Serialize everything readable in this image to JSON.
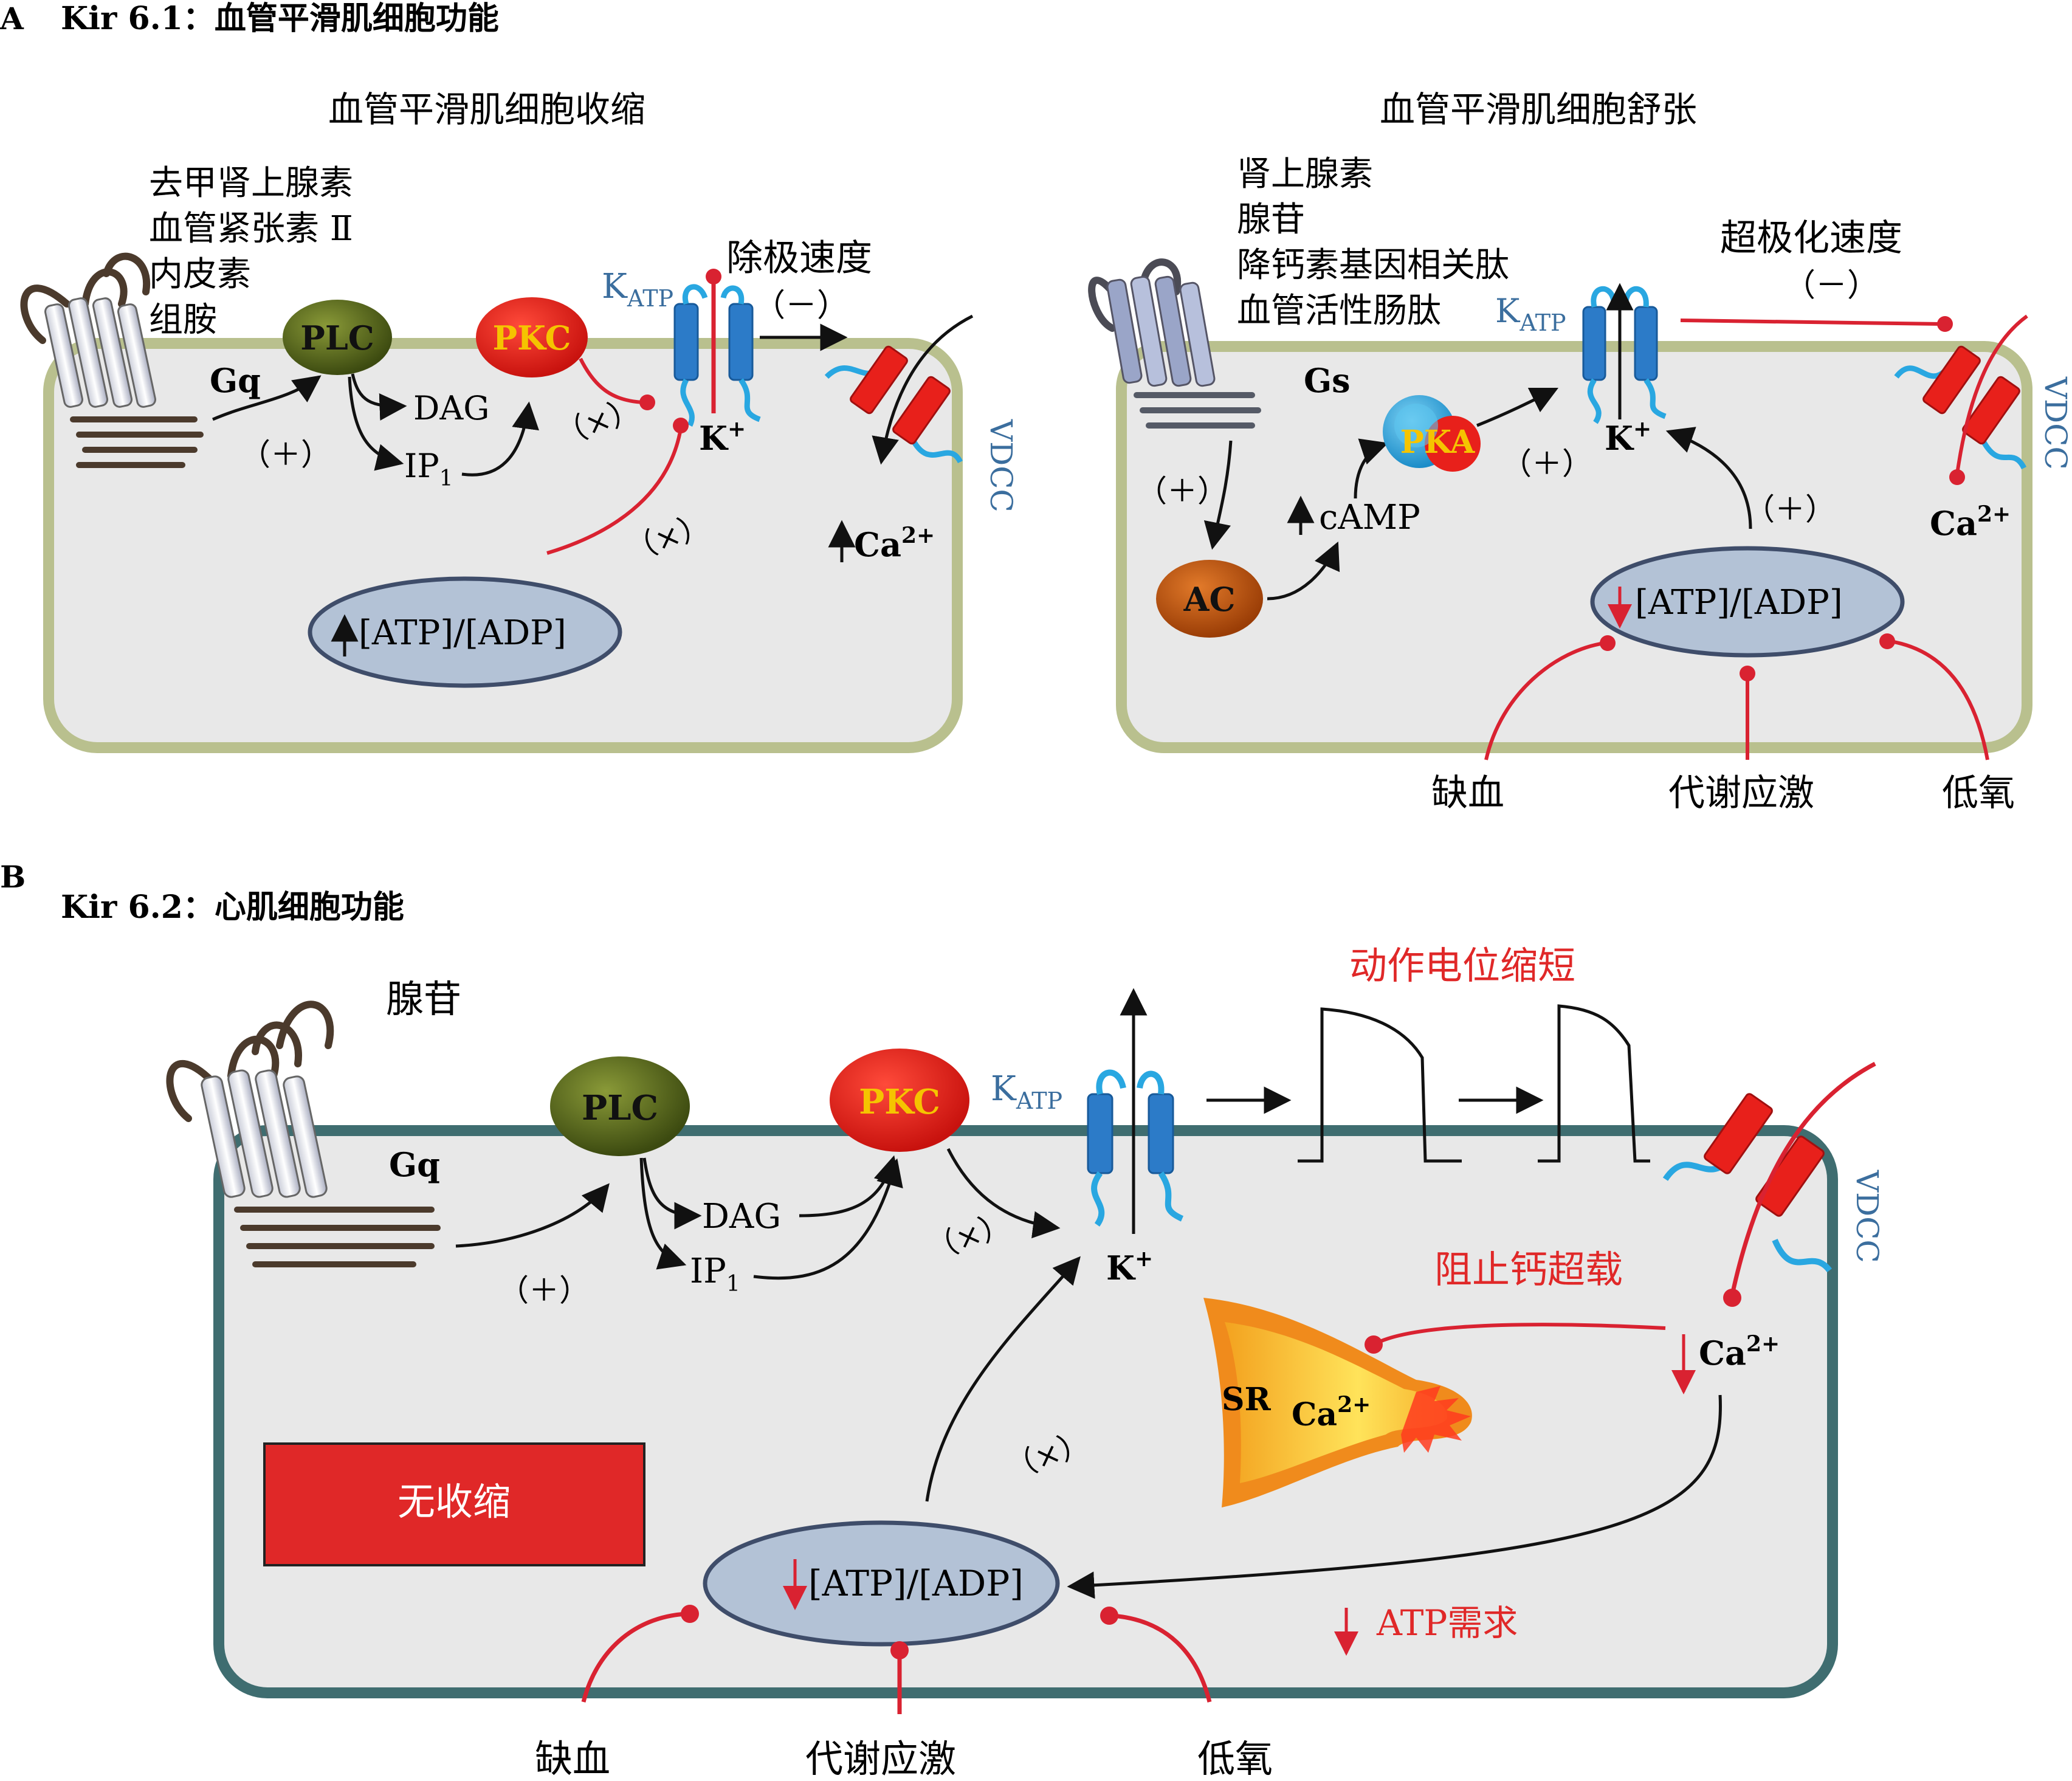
{
  "panel_a": {
    "letter": "A",
    "title": "Kir 6.1：血管平滑肌细胞功能",
    "left": {
      "heading": "血管平滑肌细胞收缩",
      "agonists": [
        "去甲肾上腺素",
        "血管紧张素 Ⅱ",
        "内皮素",
        "组胺"
      ],
      "gq": "Gq",
      "plus": "（＋）",
      "plc": "PLC",
      "pkc": "PKC",
      "dag": "DAG",
      "ip1": "IP",
      "ip1_sub": "1",
      "katp": "K",
      "katp_sub": "ATP",
      "kplus": "K",
      "kplus_sup": "+",
      "inhib1": "（×）",
      "inhib2": "（×）",
      "depol": "除极速度",
      "minus": "（－）",
      "vdcc": "VDCC",
      "ca": "Ca",
      "ca_sup": "2+",
      "atp": "[ATP]/[ADP]"
    },
    "right": {
      "heading": "血管平滑肌细胞舒张",
      "agonists": [
        "肾上腺素",
        "腺苷",
        "降钙素基因相关肽",
        "血管活性肠肽"
      ],
      "katp": "K",
      "katp_sub": "ATP",
      "hyper": "超极化速度",
      "minus": "（－）",
      "gs": "Gs",
      "pka": "PKA",
      "plus1": "（＋）",
      "plus2": "（＋）",
      "plus3": "（＋）",
      "kplus": "K",
      "kplus_sup": "+",
      "camp": "cAMP",
      "ac": "AC",
      "atp": "[ATP]/[ADP]",
      "vdcc": "VDCC",
      "ca": "Ca",
      "ca_sup": "2+",
      "stress": [
        "缺血",
        "代谢应激",
        "低氧"
      ]
    }
  },
  "panel_b": {
    "letter": "B",
    "title": "Kir 6.2：心肌细胞功能",
    "adenosine": "腺苷",
    "gq": "Gq",
    "plus": "（＋）",
    "plc": "PLC",
    "pkc": "PKC",
    "katp": "K",
    "katp_sub": "ATP",
    "dag": "DAG",
    "ip1": "IP",
    "ip1_sub": "1",
    "inhib1": "（×）",
    "inhib2": "（×）",
    "kplus": "K",
    "kplus_sup": "+",
    "ap_short": "动作电位缩短",
    "block_ca": "阻止钙超载",
    "vdcc": "VDCC",
    "ca": "Ca",
    "ca_sup": "2+",
    "sr": "SR",
    "sr_ca": "Ca",
    "sr_ca_sup": "2+",
    "no_contract": "无收缩",
    "atp": "[ATP]/[ADP]",
    "atp_demand": "ATP需求",
    "stress": [
      "缺血",
      "代谢应激",
      "低氧"
    ]
  },
  "colors": {
    "cell_a_border": "#b9c08e",
    "cell_b_border": "#3f6d70",
    "cell_fill": "#e8e8e8",
    "plc": "#55661c",
    "pkc": "#e8201b",
    "pkc_text": "#f5c400",
    "katp_blue": "#2c7bc8",
    "katp_label": "#3b6e9e",
    "red_line": "#d92231",
    "atp_ellipse": "#b3c2d6",
    "ac": "#c2530f",
    "pka": "#29a7e1",
    "warn_red": "#e02828"
  }
}
